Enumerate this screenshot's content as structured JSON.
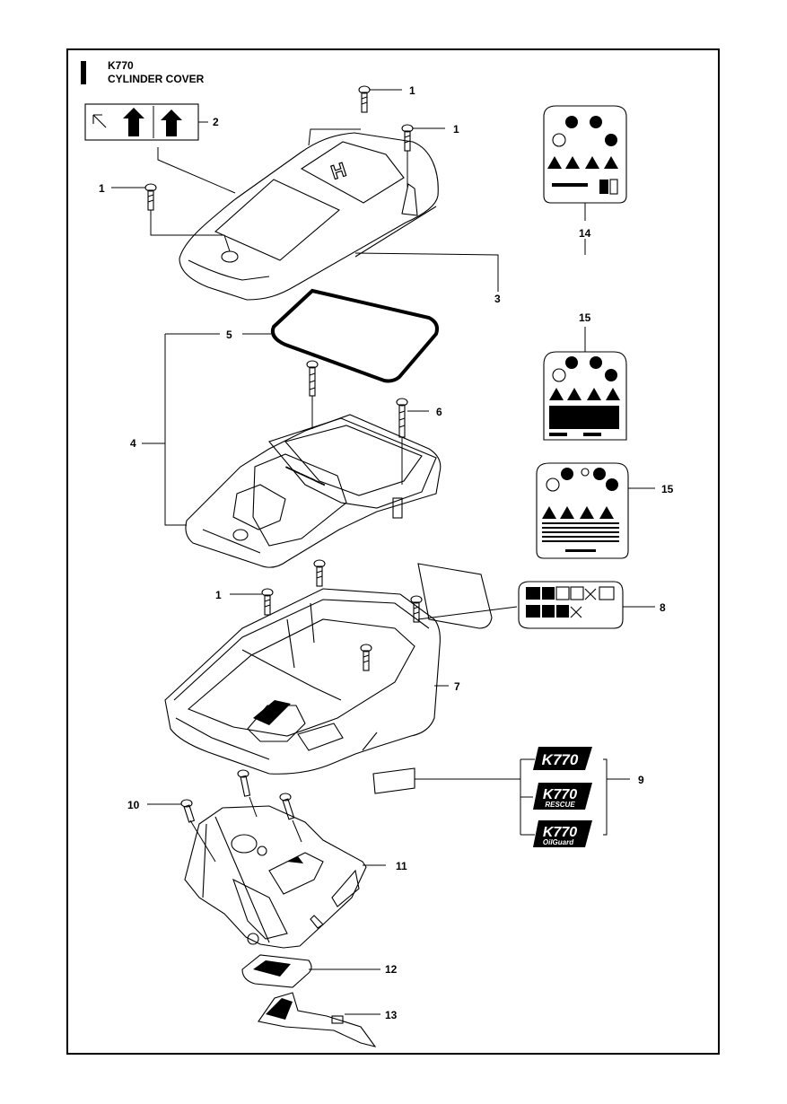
{
  "header": {
    "model": "K770",
    "section": "CYLINDER COVER"
  },
  "callouts": {
    "c1_top": "1",
    "c1_right": "1",
    "c1_left": "1",
    "c2": "2",
    "c3": "3",
    "c14": "14",
    "c5": "5",
    "c4": "4",
    "c6": "6",
    "c15_top": "15",
    "c15_right": "15",
    "c1_lower": "1",
    "c8": "8",
    "c7": "7",
    "c9": "9",
    "c10": "10",
    "c11": "11",
    "c12": "12",
    "c13": "13"
  },
  "decals": {
    "k770_plain": {
      "model": "K770"
    },
    "k770_rescue": {
      "model": "K770",
      "variant": "RESCUE"
    },
    "k770_oilguard": {
      "model": "K770",
      "variant": "OilGuard"
    }
  }
}
